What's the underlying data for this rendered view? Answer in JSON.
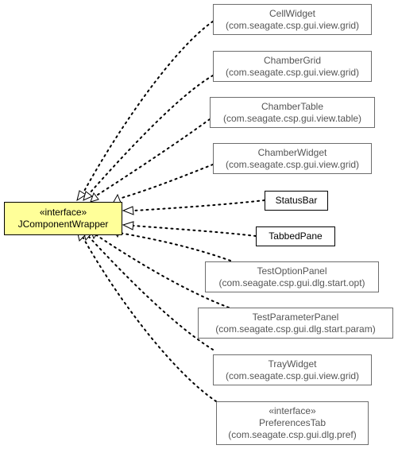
{
  "diagram": {
    "root": {
      "stereotype": "«interface»",
      "name": "JComponentWrapper"
    },
    "nodes": [
      {
        "id": "cellwidget",
        "name": "CellWidget",
        "package": "(com.seagate.csp.gui.view.grid)"
      },
      {
        "id": "chambergrid",
        "name": "ChamberGrid",
        "package": "(com.seagate.csp.gui.view.grid)"
      },
      {
        "id": "chambertable",
        "name": "ChamberTable",
        "package": "(com.seagate.csp.gui.view.table)"
      },
      {
        "id": "chamberwidget",
        "name": "ChamberWidget",
        "package": "(com.seagate.csp.gui.view.grid)"
      },
      {
        "id": "statusbar",
        "name": "StatusBar"
      },
      {
        "id": "tabbedpane",
        "name": "TabbedPane"
      },
      {
        "id": "testoptionpanel",
        "name": "TestOptionPanel",
        "package": "(com.seagate.csp.gui.dlg.start.opt)"
      },
      {
        "id": "testparameterpanel",
        "name": "TestParameterPanel",
        "package": "(com.seagate.csp.gui.dlg.start.param)"
      },
      {
        "id": "traywidget",
        "name": "TrayWidget",
        "package": "(com.seagate.csp.gui.view.grid)"
      },
      {
        "id": "preferencestab",
        "stereotype": "«interface»",
        "name": "PreferencesTab",
        "package": "(com.seagate.csp.gui.dlg.pref)"
      }
    ]
  }
}
